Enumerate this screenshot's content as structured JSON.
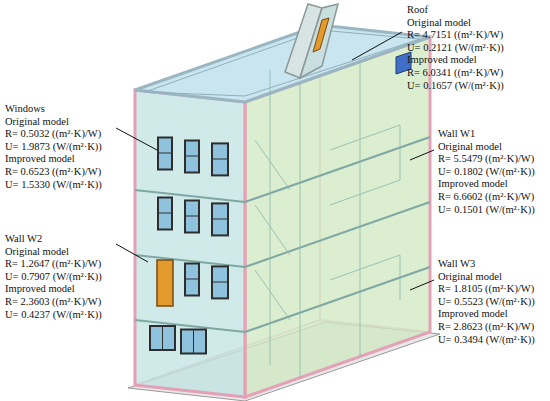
{
  "diagram": {
    "labels": [
      "Roof",
      "Original model",
      "R= 4.7151 ((m²·K)/W)",
      "U= 0.2121 (W/(m²·K))",
      "Improved model",
      "R= 6.0341 ((m²·K)/W)",
      "U= 0.1657 (W/(m²·K))",
      "Windows",
      "Original model",
      "R= 0.5032 ((m²·K)/W)",
      "U= 1.9873 (W/(m²·K))",
      "Improved model",
      "R= 0.6523 ((m²·K)/W)",
      "U= 1.5330 (W/(m²·K))",
      "Wall W1",
      "Original model",
      "R= 5.5479 ((m²·K)/W)",
      "U= 0.1802 (W/(m²·K))",
      "Improved model",
      "R= 6.6602 ((m²·K)/W)",
      "U= 0.1501 (W/(m²·K))",
      "Wall W2",
      "Original model",
      "R= 1.2647 ((m²·K)/W)",
      "U= 0.7907 (W/(m²·K))",
      "Improved model",
      "R= 2.3603 ((m²·K)/W)",
      "U= 0.4237 (W/(m²·K))",
      "Wall W3",
      "Original model",
      "R= 1.8105 ((m²·K)/W)",
      "U= 0.5523 (W/(m²·K))",
      "Improved model",
      "R= 2.8623 ((m²·K)/W)",
      "U= 0.3494 (W/(m²·K))"
    ]
  }
}
